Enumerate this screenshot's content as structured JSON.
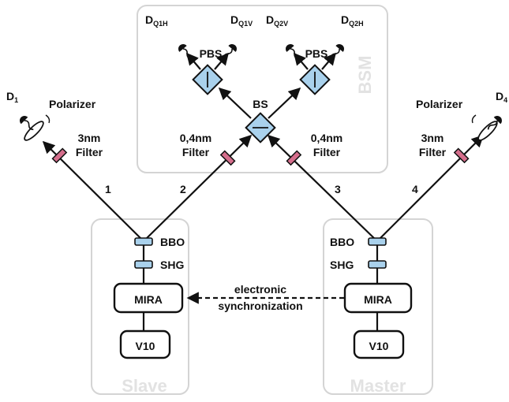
{
  "regions": {
    "bsm": "BSM",
    "slave": "Slave",
    "master": "Master"
  },
  "detectors": {
    "d1": {
      "main": "D",
      "sub": "1"
    },
    "d4": {
      "main": "D",
      "sub": "4"
    },
    "dq1h": {
      "main": "D",
      "sub": "Q1H"
    },
    "dq1v": {
      "main": "D",
      "sub": "Q1V"
    },
    "dq2v": {
      "main": "D",
      "sub": "Q2V"
    },
    "dq2h": {
      "main": "D",
      "sub": "Q2H"
    }
  },
  "components": {
    "pbs": "PBS",
    "bs": "BS",
    "polarizer": "Polarizer",
    "filter_3nm_line1": "3nm",
    "filter_3nm_line2": "Filter",
    "filter_04nm_line1": "0,4nm",
    "filter_04nm_line2": "Filter",
    "bbo": "BBO",
    "shg": "SHG",
    "mira": "MIRA",
    "v10": "V10"
  },
  "beams": {
    "b1": "1",
    "b2": "2",
    "b3": "3",
    "b4": "4"
  },
  "sync": {
    "line1": "electronic",
    "line2": "synchronization"
  },
  "colors": {
    "region_stroke": "#d4d4d4",
    "region_text": "#e2e2e2",
    "beamsplitter_fill": "#a9d1ec",
    "crystal_fill": "#a9d1ec",
    "filter_fill": "#d56e8c",
    "line": "#111111"
  }
}
